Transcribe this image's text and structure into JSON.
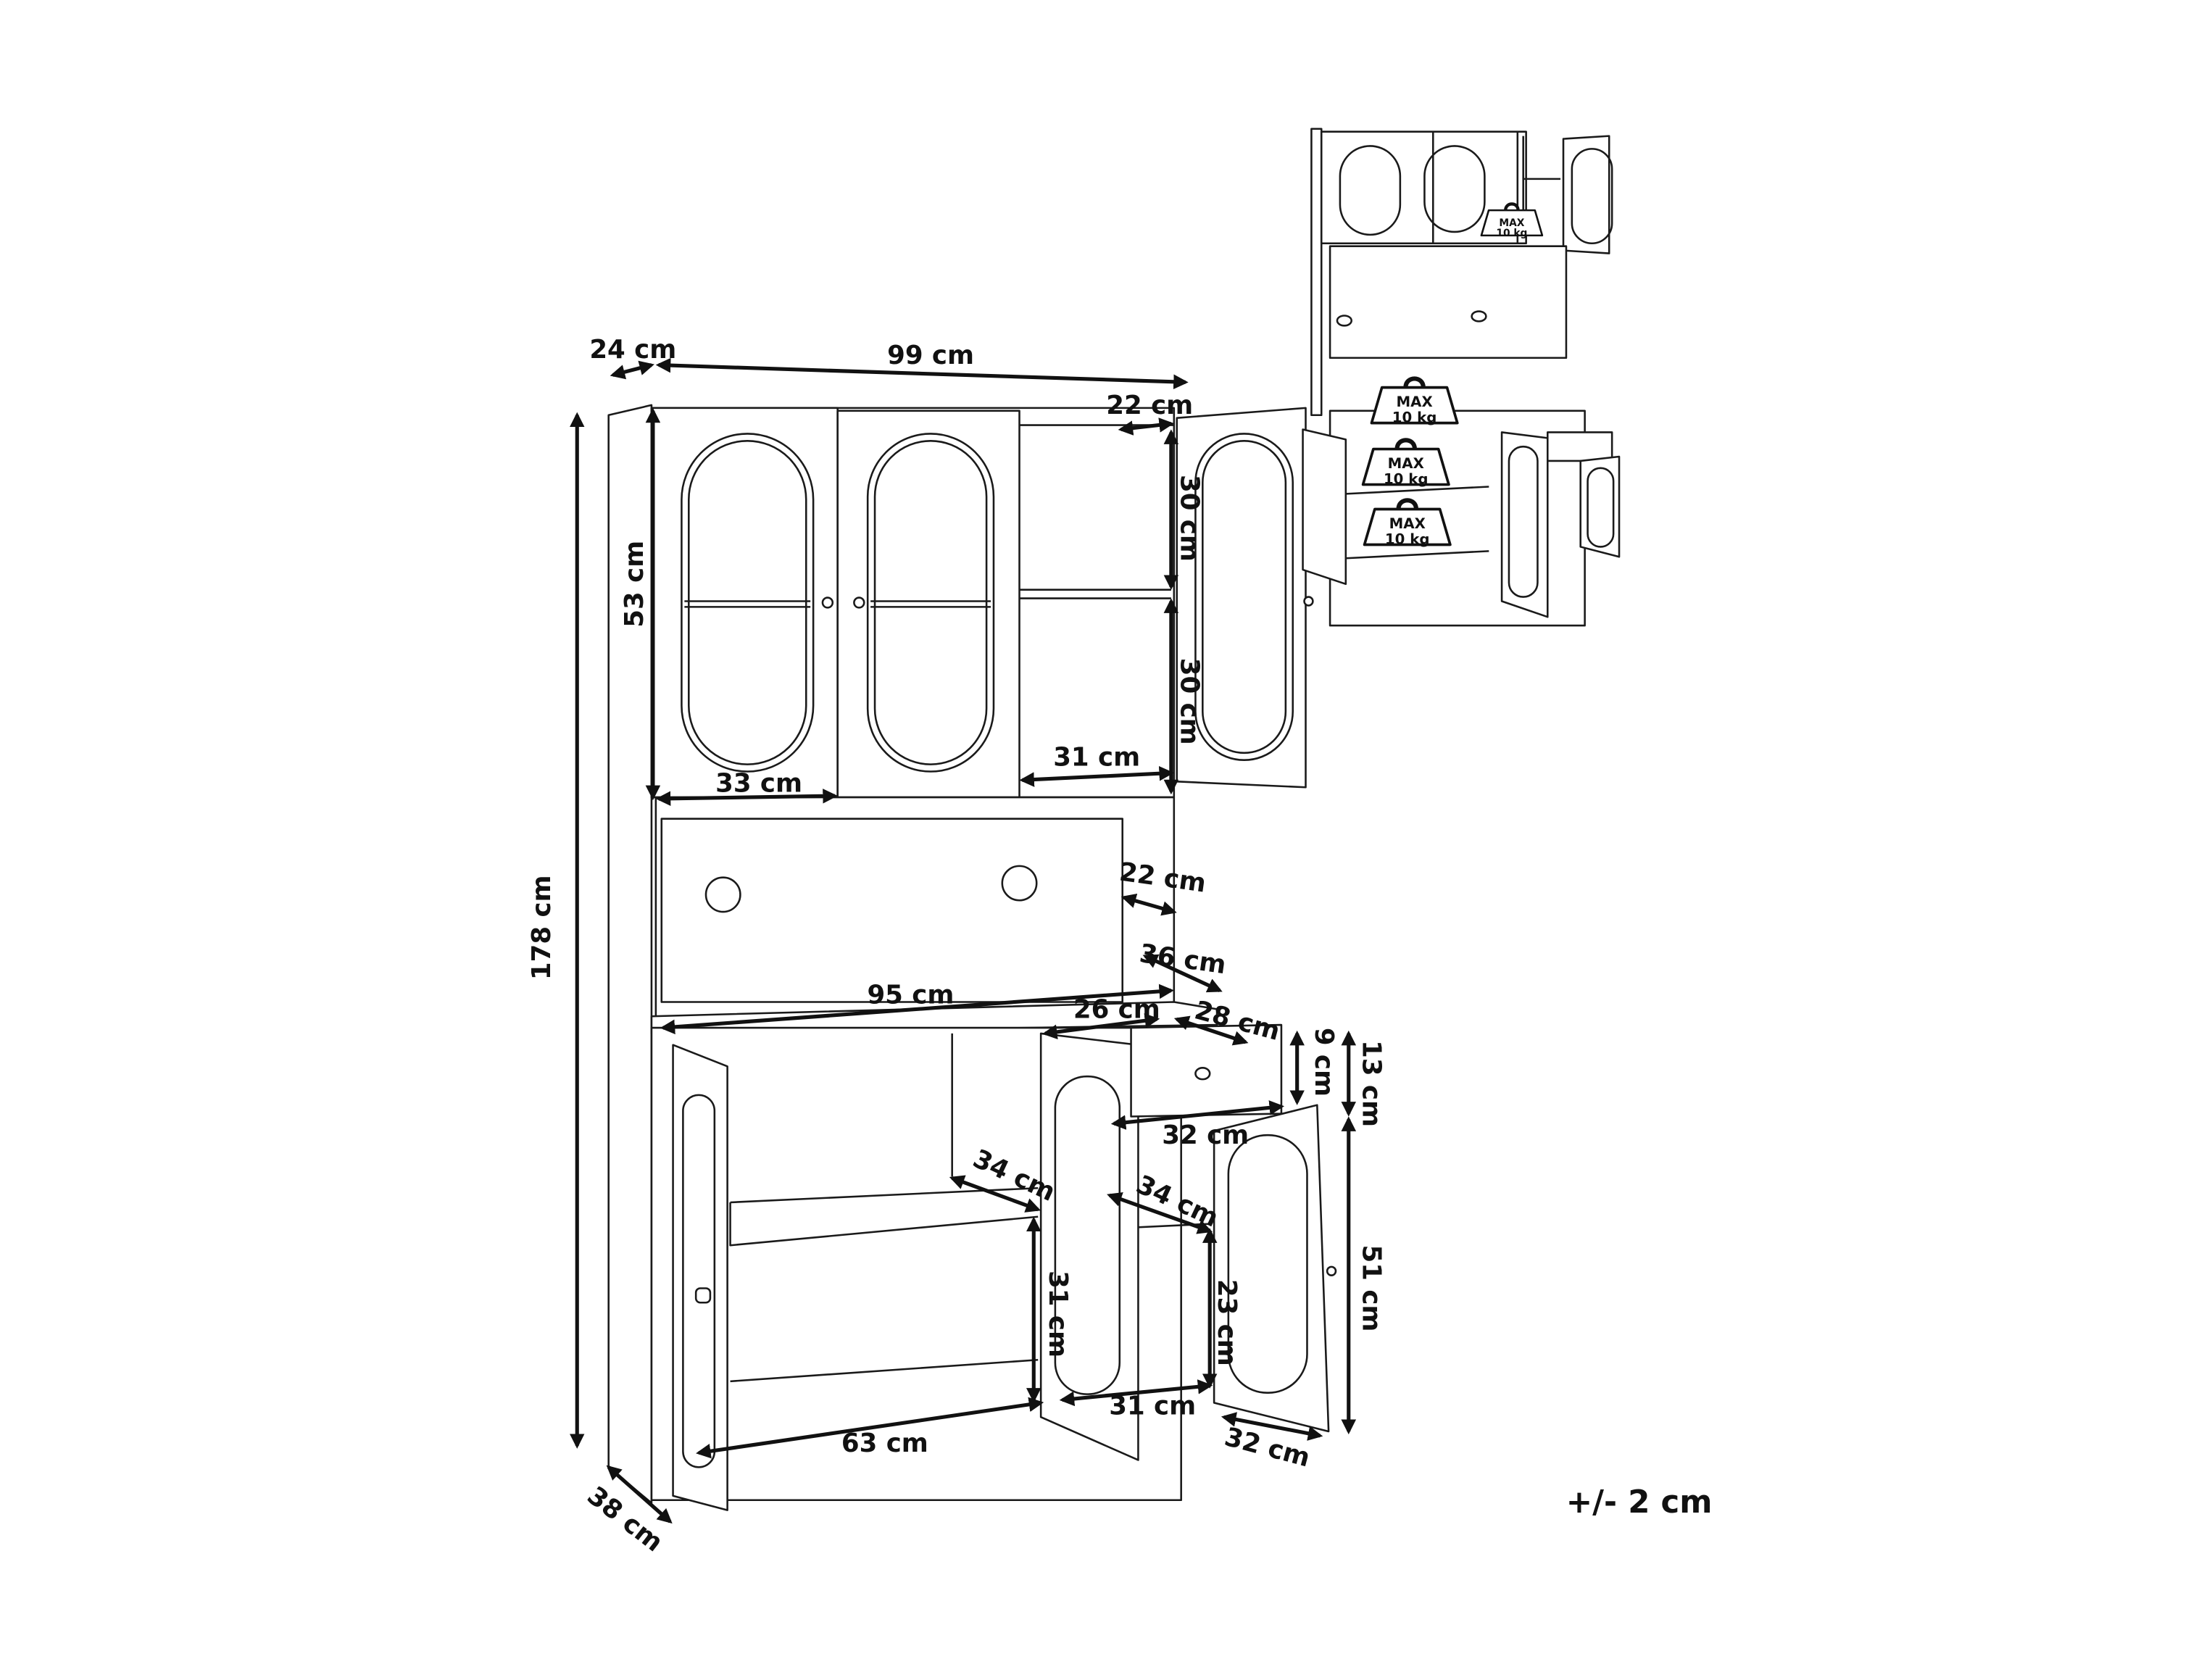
{
  "dimensions": {
    "depth_top": "24 cm",
    "width_top": "99 cm",
    "open_shelf_depth": "22 cm",
    "open_shelf_upper_height": "30 cm",
    "open_shelf_lower_height": "30 cm",
    "hutch_height": "53 cm",
    "total_height": "178 cm",
    "upper_door_compartment_width": "33 cm",
    "open_shelf_width": "31 cm",
    "middle_niche_depth": "22 cm",
    "counter_depth": "36 cm",
    "counter_width": "95 cm",
    "drawer_width_inner": "26 cm",
    "drawer_depth": "28 cm",
    "drawer_inner_height": "9 cm",
    "drawer_height": "13 cm",
    "drawer_width": "32 cm",
    "lower_right_height": "51 cm",
    "lower_left_shelf_depth": "34 cm",
    "lower_right_shelf_depth": "34 cm",
    "lower_left_compartment_height": "31 cm",
    "lower_right_compartment_height": "23 cm",
    "lower_left_width": "63 cm",
    "lower_right_inner_width": "31 cm",
    "lower_right_width": "32 cm",
    "base_depth": "38 cm"
  },
  "tolerance": "+/- 2 cm",
  "load_limits": [
    {
      "line1": "MAX",
      "line2": "10 kg"
    },
    {
      "line1": "MAX",
      "line2": "10 kg"
    },
    {
      "line1": "MAX",
      "line2": "10 kg"
    },
    {
      "line1": "MAX",
      "line2": "10 kg"
    }
  ]
}
